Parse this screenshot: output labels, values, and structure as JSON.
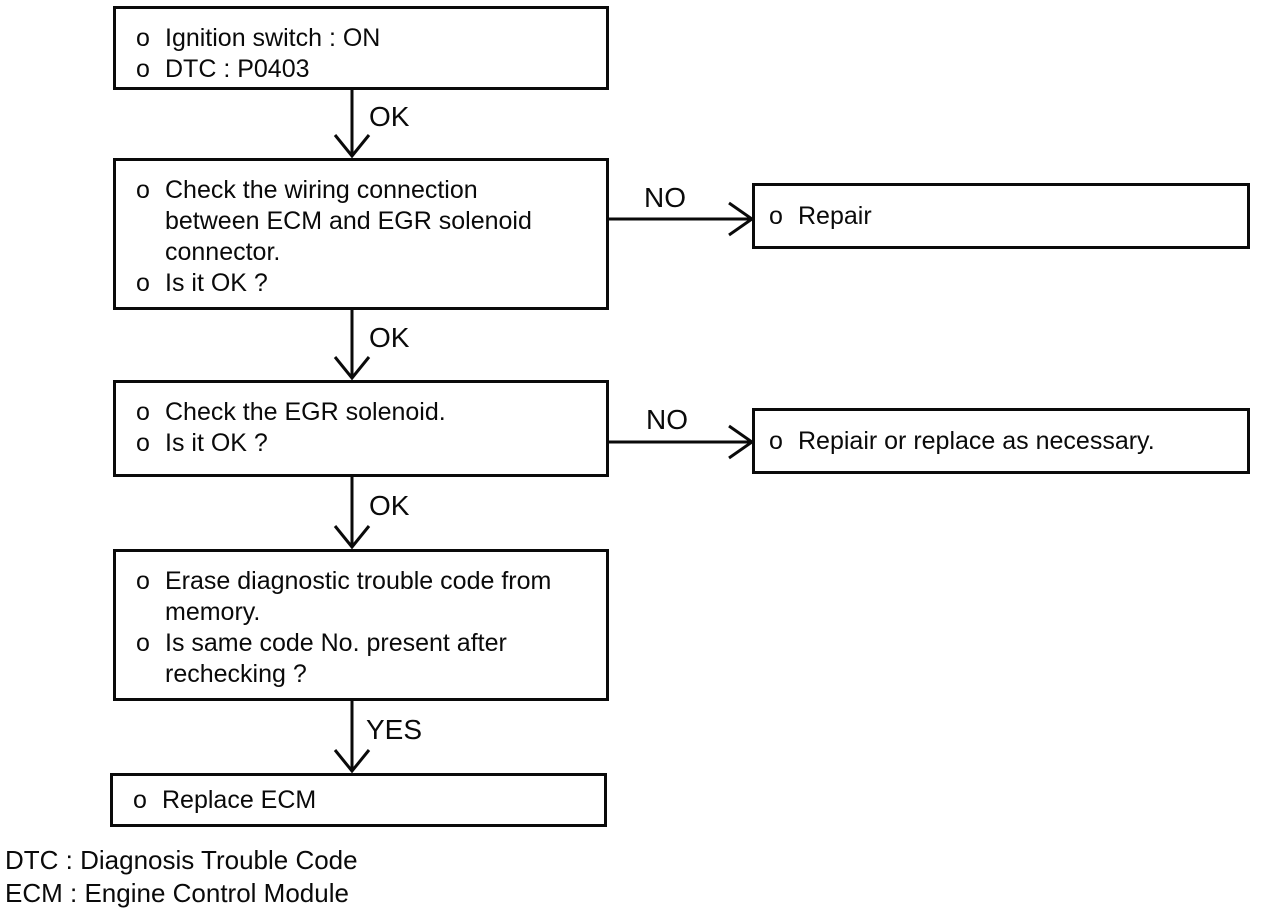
{
  "flowchart": {
    "bullet": "o",
    "boxes": [
      {
        "id": "conditions",
        "items": [
          {
            "lines": [
              "Ignition switch : ON"
            ]
          },
          {
            "lines": [
              "DTC : P0403"
            ]
          }
        ]
      },
      {
        "id": "check-wiring",
        "items": [
          {
            "lines": [
              "Check the wiring connection",
              "between ECM and EGR solenoid",
              "connector."
            ]
          },
          {
            "lines": [
              "Is it OK ?"
            ]
          }
        ]
      },
      {
        "id": "check-egr-solenoid",
        "items": [
          {
            "lines": [
              "Check the EGR solenoid."
            ]
          },
          {
            "lines": [
              "Is it OK ?"
            ]
          }
        ]
      },
      {
        "id": "erase-dtc",
        "items": [
          {
            "lines": [
              "Erase diagnostic trouble code from",
              "memory."
            ]
          },
          {
            "lines": [
              "Is same code No. present after",
              "rechecking ?"
            ]
          }
        ]
      },
      {
        "id": "replace-ecm",
        "items": [
          {
            "lines": [
              "Replace ECM"
            ]
          }
        ]
      },
      {
        "id": "repair",
        "items": [
          {
            "lines": [
              "Repair"
            ]
          }
        ]
      },
      {
        "id": "repair-or-replace",
        "items": [
          {
            "lines": [
              "Repiair or replace as necessary."
            ]
          }
        ]
      }
    ],
    "edge_labels": {
      "ok1": "OK",
      "ok2": "OK",
      "ok3": "OK",
      "yes": "YES",
      "no1": "NO",
      "no2": "NO"
    }
  },
  "legend": {
    "lines": [
      "DTC : Diagnosis Trouble Code",
      "ECM : Engine Control Module"
    ]
  }
}
